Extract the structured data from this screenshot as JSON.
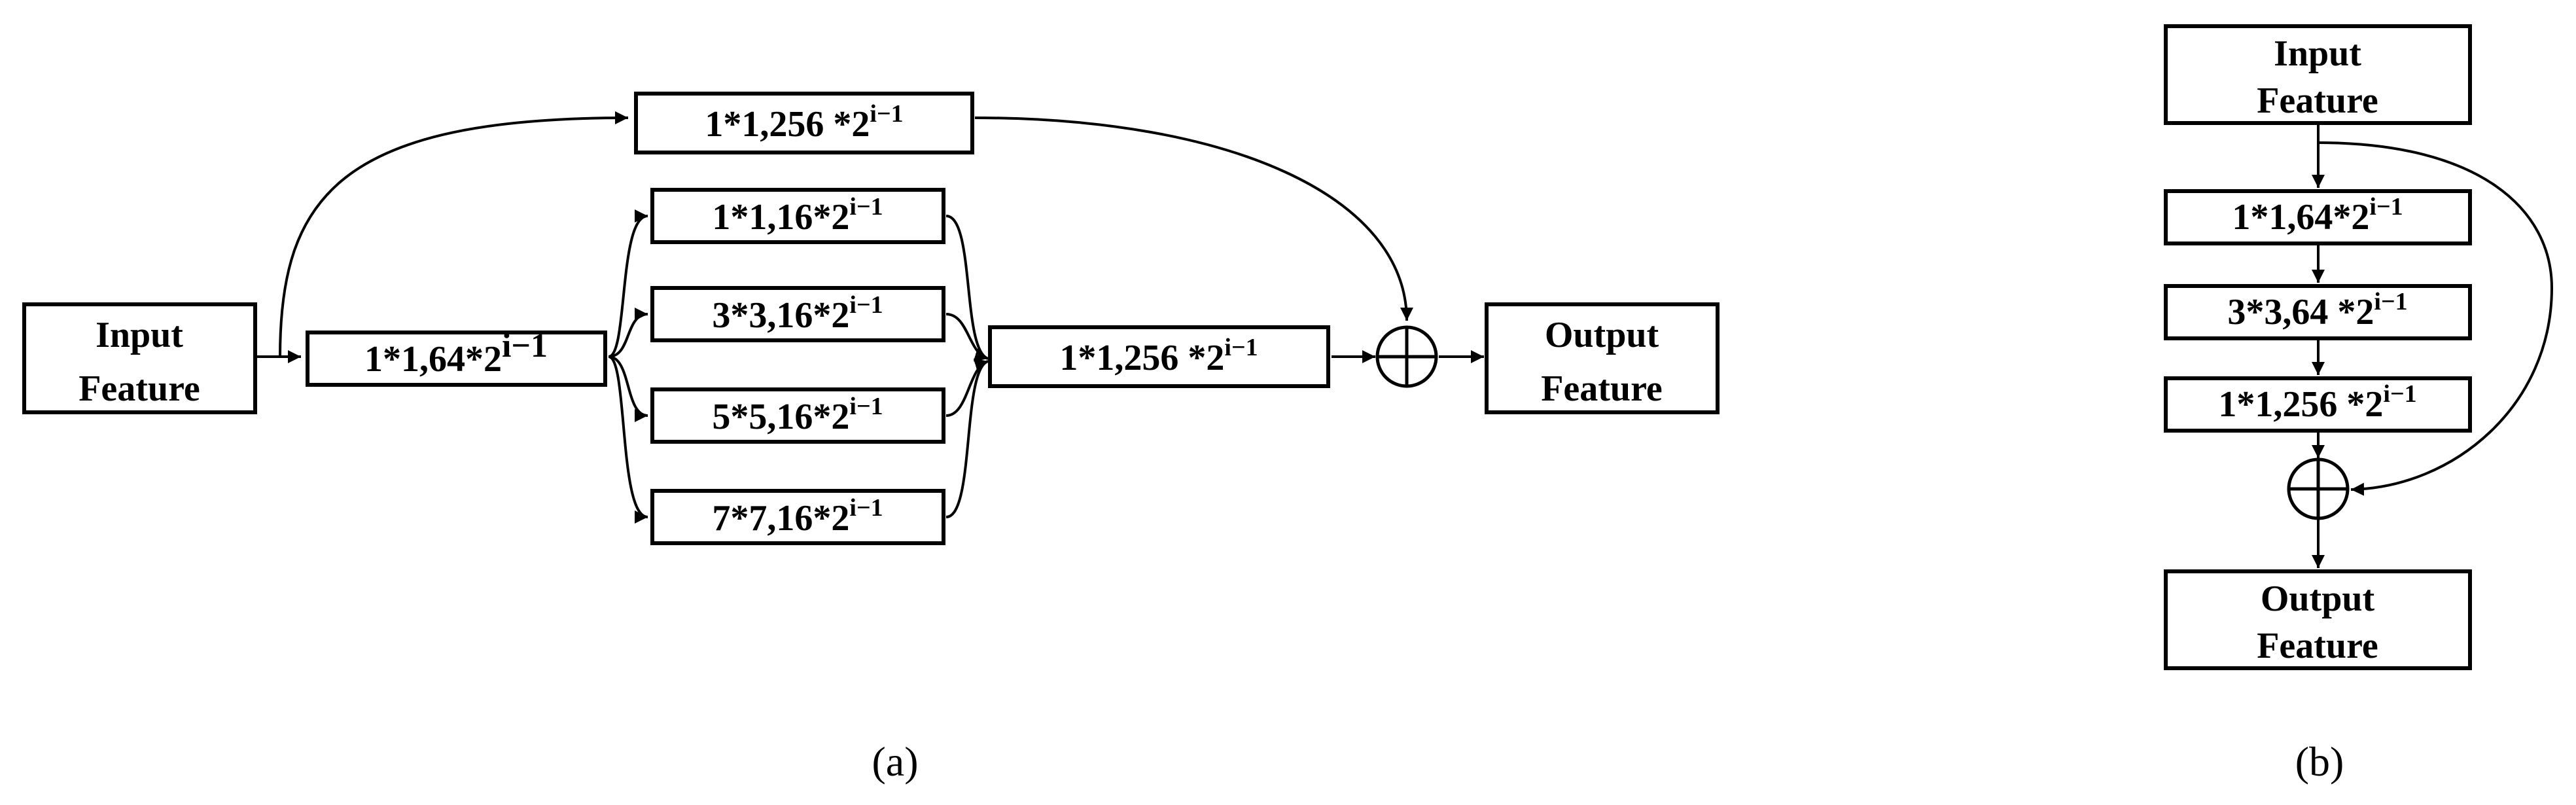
{
  "panel_a": {
    "caption": "(a)",
    "input": [
      "Input",
      "Feature"
    ],
    "reduce": "1*1,64*2",
    "skip": "1*1,256 *2",
    "branches": [
      "1*1,16*2",
      "3*3,16*2",
      "5*5,16*2",
      "7*7,16*2"
    ],
    "expand": "1*1,256 *2",
    "output": [
      "Output",
      "Feature"
    ]
  },
  "panel_b": {
    "caption": "(b)",
    "input": [
      "Input",
      "Feature"
    ],
    "layers": [
      "1*1,64*2",
      "3*3,64 *2",
      "1*1,256 *2"
    ],
    "output": [
      "Output",
      "Feature"
    ]
  },
  "exponent": "i−1"
}
